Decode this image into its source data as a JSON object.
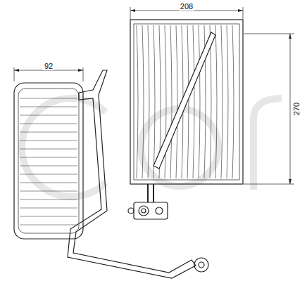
{
  "diagram": {
    "labels": [
      "92",
      "208",
      "270"
    ]
  }
}
